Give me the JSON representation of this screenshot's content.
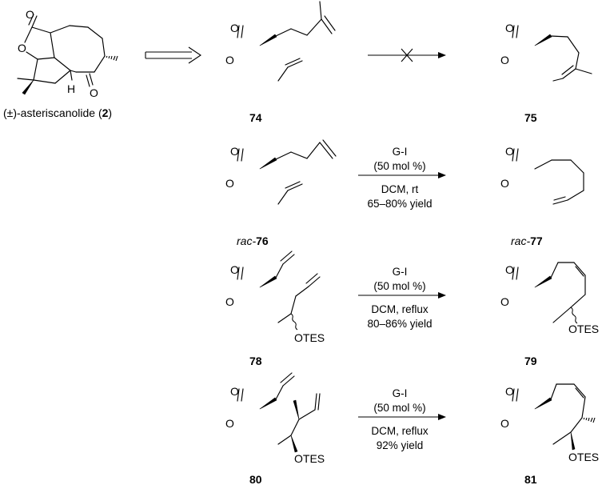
{
  "atoms": {
    "O": "O",
    "H": "H"
  },
  "target": {
    "prefix": "(±)-asteriscanolide (",
    "number": "2",
    "suffix": ")"
  },
  "compounds": {
    "c74": "74",
    "c75": "75",
    "c76_prefix": "rac-",
    "c76": "76",
    "c77_prefix": "rac-",
    "c77": "77",
    "c78": "78",
    "c79": "79",
    "c80": "80",
    "c81": "81",
    "otes": "OTES"
  },
  "conditions": {
    "row2": {
      "catalyst": "G-I",
      "loading": "(50 mol %)",
      "solvent": "DCM, rt",
      "yield": "65–80% yield"
    },
    "row3": {
      "catalyst": "G-I",
      "loading": "(50 mol %)",
      "solvent": "DCM, reflux",
      "yield": "80–86% yield"
    },
    "row4": {
      "catalyst": "G-I",
      "loading": "(50 mol %)",
      "solvent": "DCM, reflux",
      "yield": "92% yield"
    }
  },
  "arrows": {
    "retrosynthetic": "open-double-arrow",
    "failed": "arrow-with-cross"
  }
}
